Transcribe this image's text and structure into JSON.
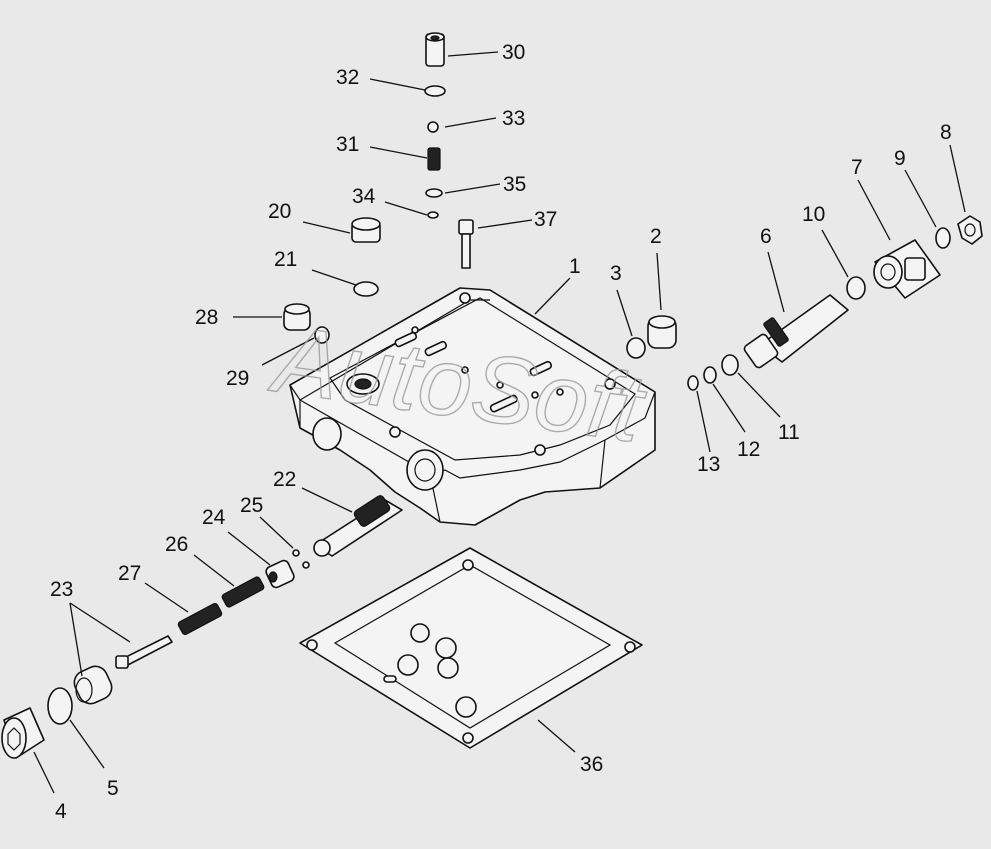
{
  "watermark": "AutoSoft",
  "callouts": {
    "c1": "1",
    "c2": "2",
    "c3": "3",
    "c4": "4",
    "c5": "5",
    "c6": "6",
    "c7": "7",
    "c8": "8",
    "c9": "9",
    "c10": "10",
    "c11": "11",
    "c12": "12",
    "c13": "13",
    "c20": "20",
    "c21": "21",
    "c22": "22",
    "c23": "23",
    "c24": "24",
    "c25": "25",
    "c26": "26",
    "c27": "27",
    "c28": "28",
    "c29": "29",
    "c30": "30",
    "c31": "31",
    "c32": "32",
    "c33": "33",
    "c34": "34",
    "c35": "35",
    "c36": "36",
    "c37": "37"
  }
}
